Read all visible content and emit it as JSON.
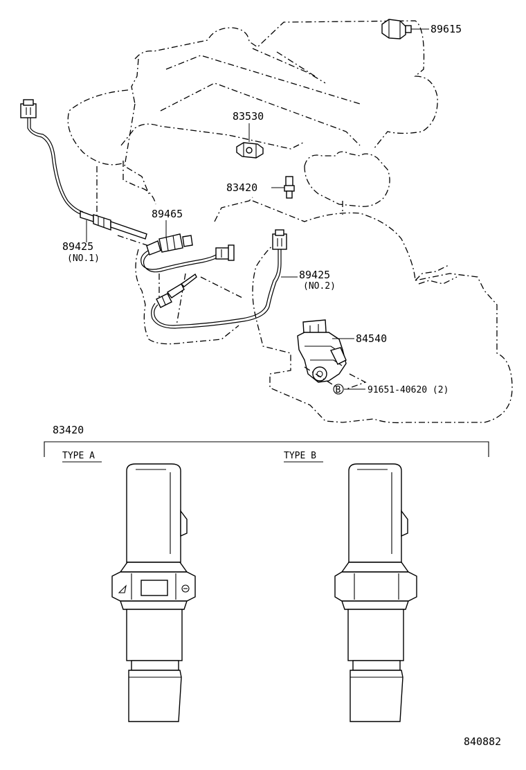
{
  "callouts": {
    "p89615": "89615",
    "p83530": "83530",
    "p83420_main": "83420",
    "p89465": "89465",
    "p89425_no1": "89425",
    "p89425_no1_sub": "(NO.1)",
    "p89425_no2": "89425",
    "p89425_no2_sub": "(NO.2)",
    "p84540": "84540",
    "bolt_marker": "B",
    "p91651": "91651-40620 (2)"
  },
  "detail": {
    "title": "83420",
    "type_a": "TYPE A",
    "type_b": "TYPE B"
  },
  "footer": {
    "figure_number": "840882"
  }
}
